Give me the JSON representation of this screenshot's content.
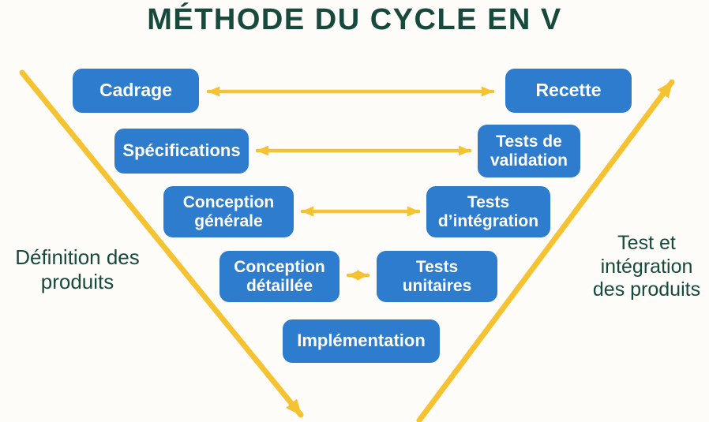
{
  "title": "MÉTHODE DU CYCLE EN V",
  "colors": {
    "box_blue": "#2d7ccd",
    "arrow_yellow": "#f5c231",
    "text_green": "#17493d",
    "background": "#fdfcf8"
  },
  "boxes": [
    {
      "id": "cadrage",
      "label": "Cadrage"
    },
    {
      "id": "recette",
      "label": "Recette"
    },
    {
      "id": "specifications",
      "label": "Spécifications"
    },
    {
      "id": "tests-de-validation",
      "label": "Tests de validation"
    },
    {
      "id": "conception-generale",
      "label": "Conception générale"
    },
    {
      "id": "tests-d-integration",
      "label": "Tests d’intégration"
    },
    {
      "id": "conception-detaillee",
      "label": "Conception détaillée"
    },
    {
      "id": "tests-unitaires",
      "label": "Tests unitaires"
    },
    {
      "id": "implementation",
      "label": "Implémentation"
    }
  ],
  "side_labels": {
    "left": "Définition des produits",
    "right": "Test et intégration des produits"
  }
}
